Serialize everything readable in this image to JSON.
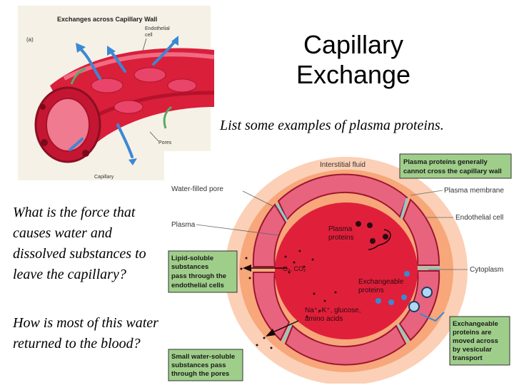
{
  "slide": {
    "title_line1": "Capillary",
    "title_line2": "Exchange",
    "question_1": "List some examples of plasma proteins.",
    "question_2": "What is the force that causes water and dissolved substances to leave the capillary?",
    "question_3": "How is most of this water returned to the blood?"
  },
  "figure_a": {
    "title": "Exchanges across Capillary Wall",
    "panel_label": "(a)",
    "label_endothelial": "Endothelial",
    "label_cell": "cell",
    "label_pores": "Pores",
    "label_capillary": "Capillary"
  },
  "figure_b": {
    "interstitial_fluid": "Interstitial fluid",
    "plasma_proteins_box_1": "Plasma proteins generally",
    "plasma_proteins_box_2": "cannot cross the capillary wall",
    "plasma_membrane": "Plasma membrane",
    "water_filled_pore": "Water-filled pore",
    "plasma": "Plasma",
    "endothelial_cell": "Endothelial cell",
    "cytoplasm": "Cytoplasm",
    "plasma_proteins_1": "Plasma",
    "plasma_proteins_2": "proteins",
    "gases": "O₂, CO₂",
    "exchangeable_1": "Exchangeable",
    "exchangeable_2": "proteins",
    "solutes_1": "Na⁺, K⁺, glucose,",
    "solutes_2": "amino acids",
    "lipid_box_1": "Lipid-soluble",
    "lipid_box_2": "substances",
    "lipid_box_3": "pass through the",
    "lipid_box_4": "endothelial cells",
    "water_box_1": "Small water-soluble",
    "water_box_2": "substances pass",
    "water_box_3": "through the pores",
    "vesicle_box_1": "Exchangeable",
    "vesicle_box_2": "proteins are",
    "vesicle_box_3": "moved across",
    "vesicle_box_4": "by vesicular",
    "vesicle_box_5": "transport"
  },
  "colors": {
    "vessel_red": "#e0203a",
    "wall_pink": "#e8647e",
    "label_box_green": "#9fce8a",
    "halo_orange": "#f7a77a",
    "arrow_blue": "#3b88d6"
  }
}
